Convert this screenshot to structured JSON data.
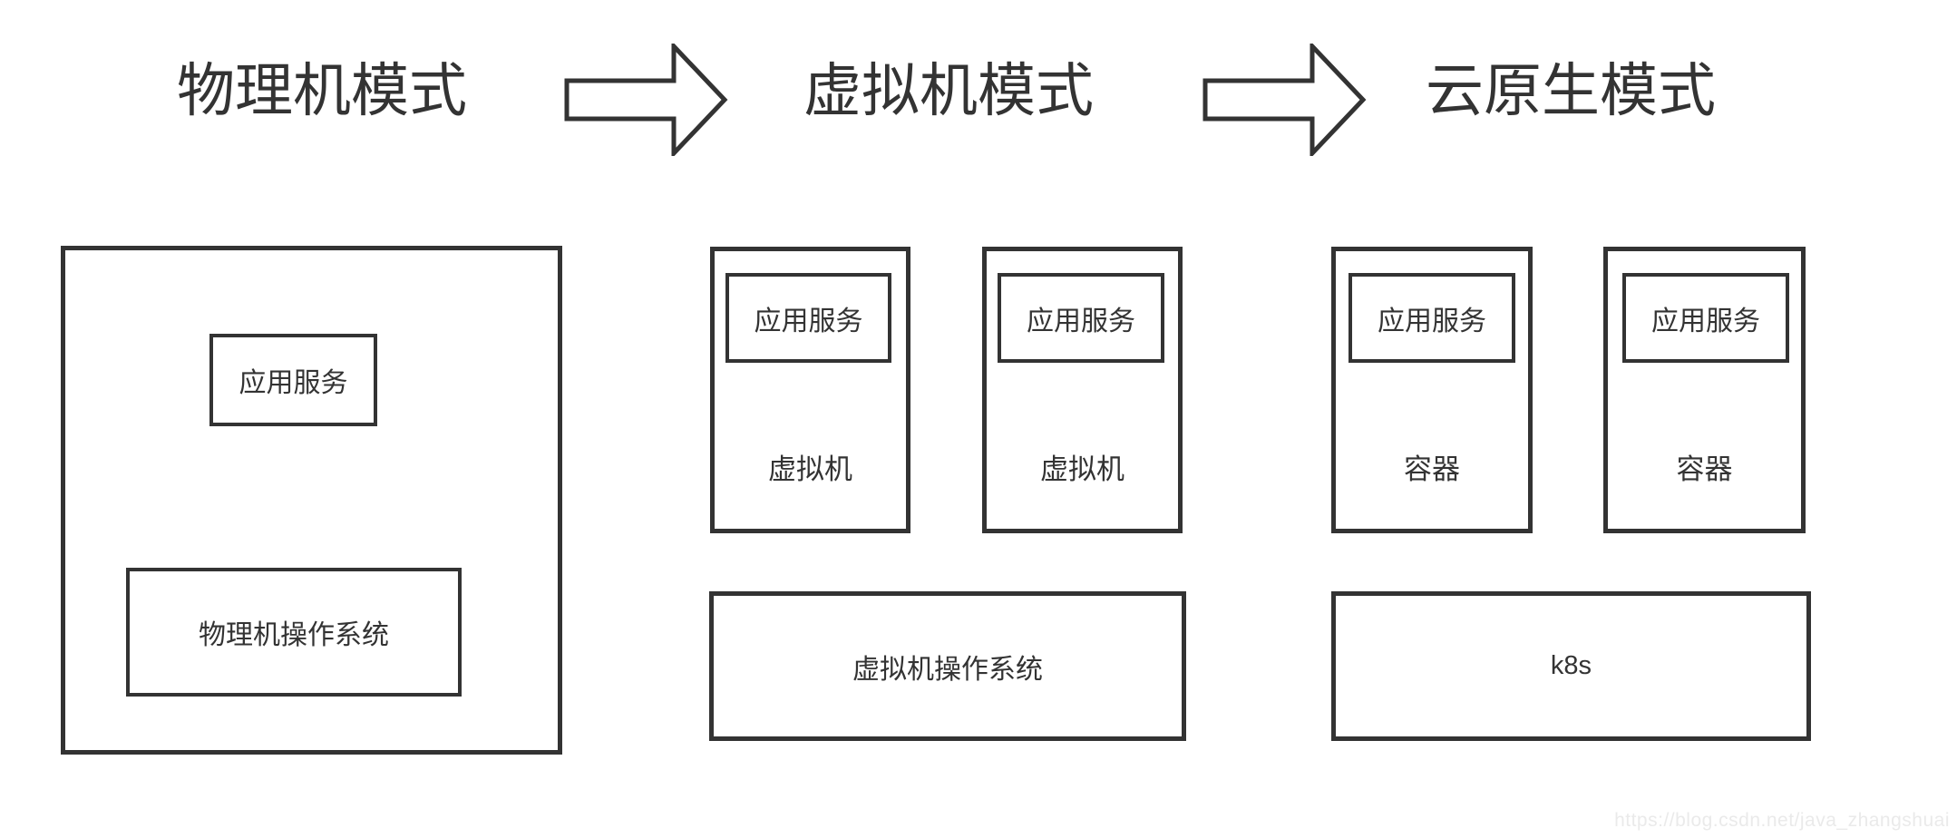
{
  "page": {
    "background": "#ffffff",
    "stroke_color": "#333333",
    "text_color": "#333333",
    "watermark_color": "#eaeaea",
    "watermark": "https://blog.csdn.net/java_zhangshuai"
  },
  "header": {
    "titles": [
      {
        "label": "物理机模式"
      },
      {
        "label": "虚拟机模式"
      },
      {
        "label": "云原生模式"
      }
    ],
    "arrow_icon": "arrow-right-icon"
  },
  "columns": {
    "physical": {
      "app_service": "应用服务",
      "os": "物理机操作系统"
    },
    "virtual": {
      "vms": [
        {
          "app_service": "应用服务",
          "label": "虚拟机"
        },
        {
          "app_service": "应用服务",
          "label": "虚拟机"
        }
      ],
      "os": "虚拟机操作系统"
    },
    "cloud_native": {
      "containers": [
        {
          "app_service": "应用服务",
          "label": "容器"
        },
        {
          "app_service": "应用服务",
          "label": "容器"
        }
      ],
      "orchestrator": "k8s"
    }
  }
}
